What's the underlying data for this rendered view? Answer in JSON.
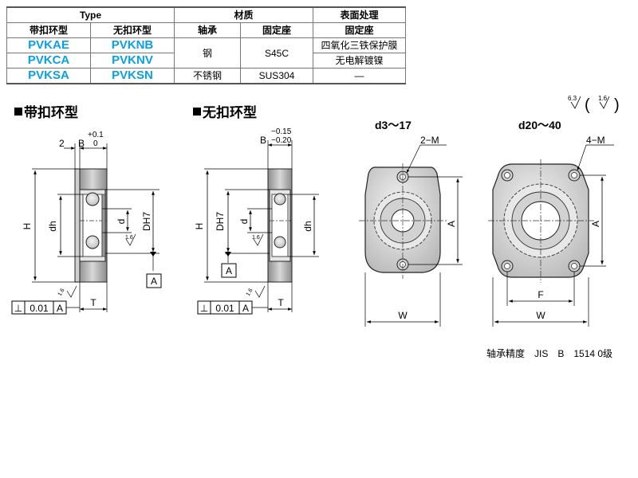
{
  "table": {
    "headers": {
      "type": "Type",
      "material": "材质",
      "surface": "表面处理",
      "with_ring": "带扣环型",
      "without_ring": "无扣环型",
      "bearing": "轴承",
      "seat": "固定座",
      "surface_seat": "固定座"
    },
    "rows": [
      {
        "with_ring": "PVKAE",
        "without_ring": "PVKNB",
        "bearing": "钢",
        "seat": "S45C",
        "surface": "四氧化三铁保护膜"
      },
      {
        "with_ring": "PVKCA",
        "without_ring": "PVKNV",
        "surface": "无电解镀镍"
      },
      {
        "with_ring": "PVKSA",
        "without_ring": "PVKSN",
        "bearing": "不锈钢",
        "seat": "SUS304",
        "surface": "—"
      }
    ]
  },
  "sections": {
    "with_ring_title": "带扣环型",
    "without_ring_title": "无扣环型",
    "small_size": "d3～17",
    "large_size": "d20～40"
  },
  "dims": {
    "two": "2",
    "B": "B",
    "B_tol_upper_1": "+0.1",
    "B_tol_lower_1": "0",
    "B_tol_upper_2": "−0.15",
    "B_tol_lower_2": "−0.20",
    "H": "H",
    "dh": "dh",
    "d": "d",
    "DH7": "DH7",
    "T": "T",
    "A": "A",
    "W": "W",
    "F": "F",
    "roughness_1_6": "1.6",
    "roughness_6_3": "6.3",
    "perp_symbol": "⊥",
    "tolerance": "0.01",
    "datum": "A",
    "holes_2": "2−M",
    "holes_4": "4−M"
  },
  "footnote": "轴承精度　JIS　B　1514 0级"
}
